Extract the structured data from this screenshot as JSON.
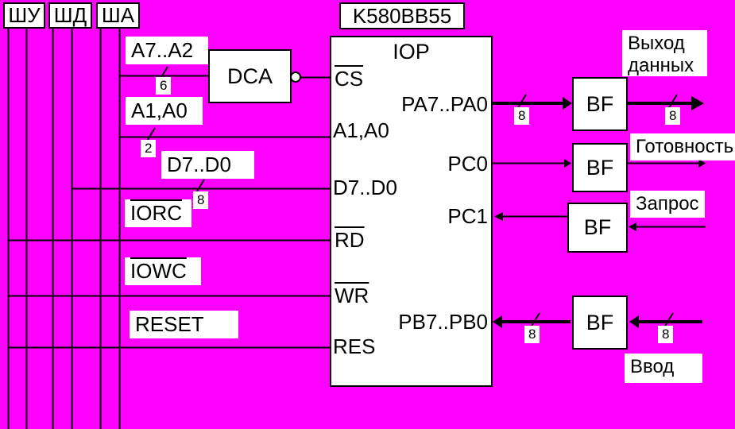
{
  "colors": {
    "background": "#FF00FF",
    "panel": "#FFFFFF",
    "line": "#000000"
  },
  "buses": {
    "control_label": "ШУ",
    "data_label": "ШД",
    "address_label": "ША"
  },
  "chip": {
    "title": "K580BB55",
    "name": "IOP",
    "pins": {
      "cs": "CS",
      "a1a0": "A1,A0",
      "d7d0": "D7..D0",
      "rd": "RD",
      "wr": "WR",
      "res": "RES",
      "pa": "PA7..PA0",
      "pc0": "PC0",
      "pc1": "PC1",
      "pb": "PB7..PB0"
    }
  },
  "decoder_label": "DCA",
  "buffer_label": "BF",
  "signals": {
    "a7a2": "A7..A2",
    "a1a0": "A1,A0",
    "d7d0": "D7..D0",
    "iorc": "IORC",
    "iowc": "IOWC",
    "reset": "RESET"
  },
  "bus_widths": {
    "six": "6",
    "two": "2",
    "eight": "8"
  },
  "annotations": {
    "data_output_line1": "Выход",
    "data_output_line2": "данных",
    "ready": "Готовность",
    "request": "Запрос",
    "data_input": "Ввод"
  }
}
